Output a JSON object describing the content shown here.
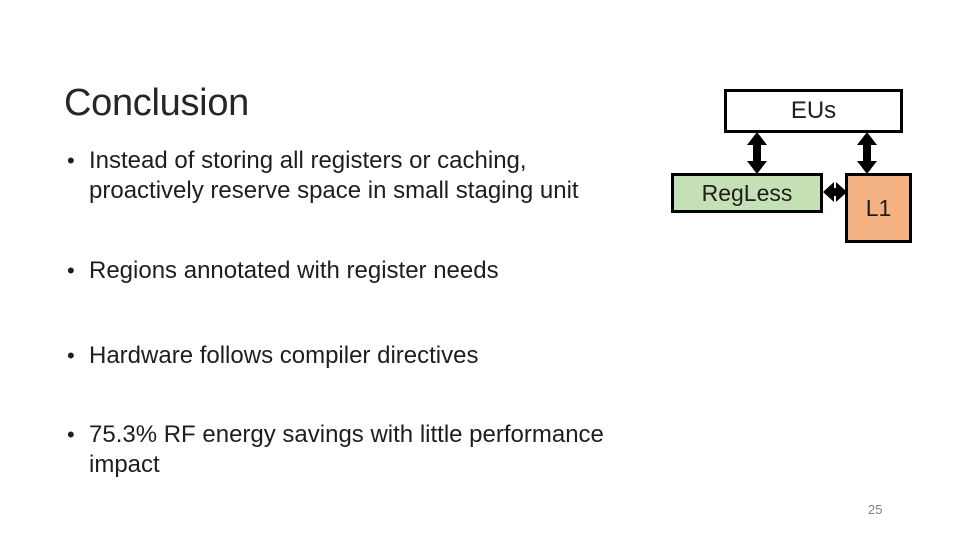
{
  "slide": {
    "title": "Conclusion",
    "bullet_char": "•",
    "bullets": [
      {
        "lines": [
          "Instead of storing all registers or caching,",
          "proactively reserve space in small staging unit"
        ]
      },
      {
        "lines": [
          "Regions annotated with register needs"
        ]
      },
      {
        "lines": [
          "Hardware follows compiler directives"
        ]
      },
      {
        "lines": [
          "75.3% RF energy savings with little performance",
          "impact"
        ]
      }
    ],
    "page_number": "25"
  },
  "diagram": {
    "boxes": {
      "eus": {
        "label": "EUs",
        "fill": "#FFFFFF"
      },
      "regless": {
        "label": "RegLess",
        "fill": "#C5E0B4"
      },
      "l1": {
        "label": "L1",
        "fill": "#F4B183"
      }
    },
    "connections": [
      "EUs <-> RegLess",
      "EUs <-> L1",
      "RegLess <-> L1"
    ]
  },
  "colors": {
    "background": "#FFFFFF",
    "text": "#1E1E1E",
    "title": "#262626",
    "box_border": "#000000",
    "arrow": "#000000",
    "regless_green": "#C5E0B4",
    "l1_orange": "#F4B183",
    "page_number_gray": "#828282"
  }
}
